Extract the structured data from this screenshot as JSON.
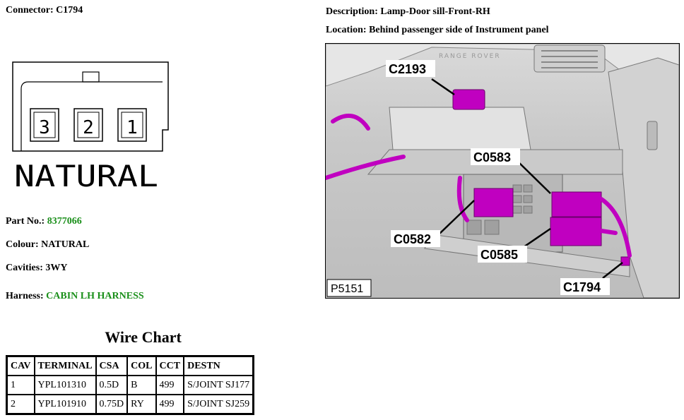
{
  "connector": {
    "label": "Connector:",
    "value": "C1794"
  },
  "description": {
    "label": "Description:",
    "value": "Lamp-Door sill-Front-RH"
  },
  "location": {
    "label": "Location:",
    "value": "Behind passenger side of Instrument panel"
  },
  "connector_diagram": {
    "cavities": [
      "3",
      "2",
      "1"
    ],
    "colour_text": "NATURAL"
  },
  "part_no": {
    "label": "Part No.:",
    "value": "8377066"
  },
  "colour": {
    "label": "Colour:",
    "value": "NATURAL"
  },
  "cavities": {
    "label": "Cavities:",
    "value": "3WY"
  },
  "harness": {
    "label": "Harness:",
    "value": "CABIN LH HARNESS"
  },
  "photo": {
    "callouts": [
      "C2193",
      "C0583",
      "C0582",
      "C0585",
      "C1794"
    ],
    "ref": "P5151",
    "brand": "RANGE ROVER",
    "highlight_color": "#cc00cc"
  },
  "wire_chart": {
    "title": "Wire Chart",
    "headers": [
      "CAV",
      "TERMINAL",
      "CSA",
      "COL",
      "CCT",
      "DESTN"
    ],
    "rows": [
      [
        "1",
        "YPL101310",
        "0.5D",
        "B",
        "499",
        "S/JOINT SJ177"
      ],
      [
        "2",
        "YPL101910",
        "0.75D",
        "RY",
        "499",
        "S/JOINT SJ259"
      ]
    ]
  }
}
